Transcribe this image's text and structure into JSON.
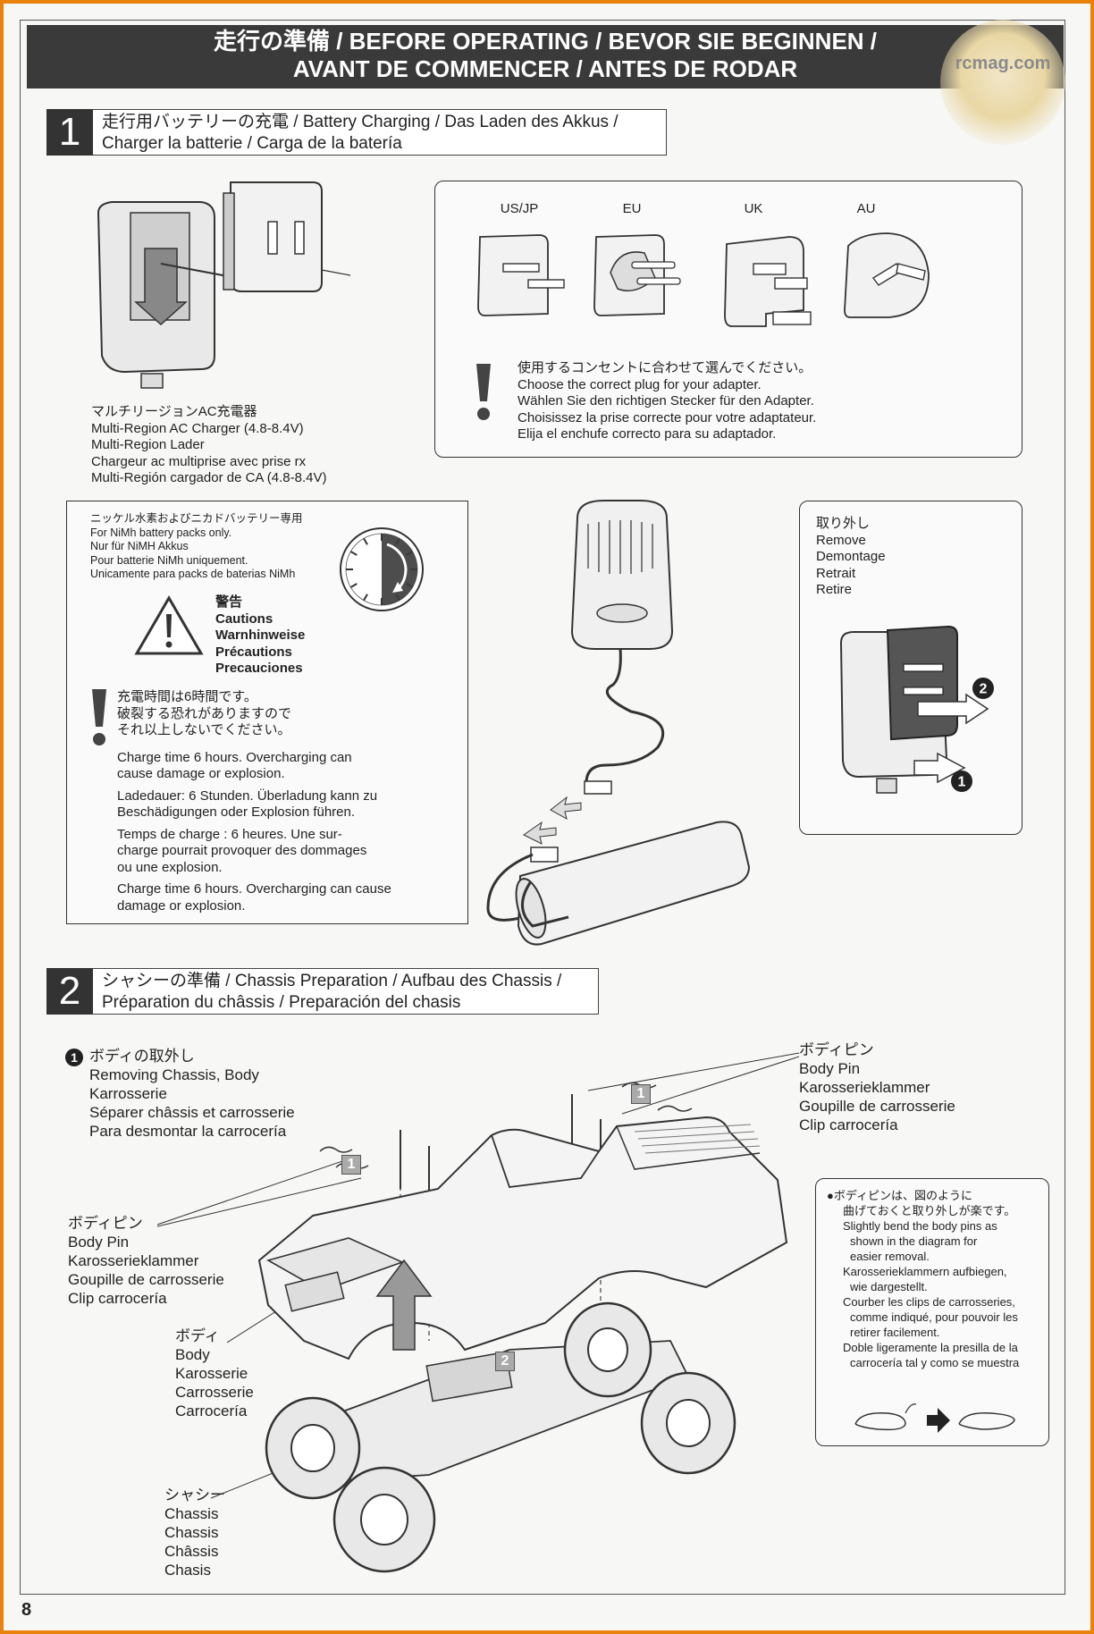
{
  "header": {
    "line1": "走行の準備 / BEFORE OPERATING / BEVOR SIE BEGINNEN /",
    "line2": "AVANT DE COMMENCER / ANTES DE RODAR"
  },
  "watermark": {
    "text": "rcmag.com"
  },
  "step1": {
    "number": "1",
    "title_line1": "走行用バッテリーの充電 / Battery Charging / Das Laden des Akkus /",
    "title_line2": "Charger la batterie / Carga de la batería"
  },
  "charger_caption": [
    "マルチリージョンAC充電器",
    "Multi-Region AC Charger (4.8-8.4V)",
    "Multi-Region Lader",
    "Chargeur ac multiprise avec prise rx",
    "Multi-Región cargador de CA (4.8-8.4V)"
  ],
  "plugs": {
    "labels": [
      "US/JP",
      "EU",
      "UK",
      "AU"
    ],
    "note": [
      "使用するコンセントに合わせて選んでください。",
      "Choose the correct plug for your adapter.",
      "Wählen Sie den richtigen Stecker für den Adapter.",
      "Choisissez la prise correcte pour votre adaptateur.",
      "Elija el enchufe correcto para su adaptador."
    ]
  },
  "nimh_note": [
    "ニッケル水素およびニカドバッテリー専用",
    "For NiMh battery packs only.",
    "Nur für NiMH Akkus",
    "Pour batterie NiMh uniquement.",
    "Unicamente para packs de baterias NiMh"
  ],
  "cautions": [
    "警告",
    "Cautions",
    "Warnhinweise",
    "Précautions",
    "Precauciones"
  ],
  "charge_warnings": {
    "jp": [
      "充電時間は6時間です。",
      "破裂する恐れがありますので",
      "それ以上しないでください。"
    ],
    "en": [
      "Charge time 6 hours. Overcharging can",
      "cause damage or explosion."
    ],
    "de": [
      "Ladedauer: 6 Stunden. Überladung kann zu",
      "Beschädigungen oder Explosion führen."
    ],
    "fr": [
      "Temps de charge : 6 heures. Une sur-",
      "charge pourrait provoquer des dommages",
      "ou une explosion."
    ],
    "es": [
      "Charge time 6 hours. Overcharging can cause",
      "damage or explosion."
    ]
  },
  "remove_box": [
    "取り外し",
    "Remove",
    "Demontage",
    "Retrait",
    "Retire"
  ],
  "remove_steps": [
    "2",
    "1"
  ],
  "step2": {
    "number": "2",
    "title_line1": "シャシーの準備 / Chassis Preparation / Aufbau des Chassis /",
    "title_line2": "Préparation du châssis / Preparación del chasis"
  },
  "removing_label": {
    "badge": "1",
    "lines": [
      "ボディの取外し",
      "Removing Chassis, Body",
      "Karrosserie",
      "Séparer châssis et carrosserie",
      "Para desmontar la carrocería"
    ]
  },
  "body_pin_right": [
    "ボディピン",
    "Body Pin",
    "Karosserieklammer",
    "Goupille de carrosserie",
    "Clip carrocería"
  ],
  "body_pin_left": [
    "ボディピン",
    "Body Pin",
    "Karosserieklammer",
    "Goupille de carrosserie",
    "Clip carrocería"
  ],
  "body_label": [
    "ボディ",
    "Body",
    "Karosserie",
    "Carrosserie",
    "Carrocería"
  ],
  "chassis_label": [
    "シャシー",
    "Chassis",
    "Chassis",
    "Châssis",
    "Chasis"
  ],
  "diagram_step_numbers": [
    "1",
    "1",
    "2"
  ],
  "pin_tip": [
    "●ボディピンは、図のように",
    "曲げておくと取り外しが楽です。",
    "Slightly bend the body pins as",
    "shown in the diagram for",
    "easier removal.",
    "Karosserieklammern aufbiegen,",
    "wie dargestellt.",
    "Courber les clips de carrosseries,",
    "comme indiqué, pour pouvoir les",
    "retirer facilement.",
    "Doble ligeramente la presilla de la",
    "carrocería tal y como se muestra"
  ],
  "page_number": "8"
}
